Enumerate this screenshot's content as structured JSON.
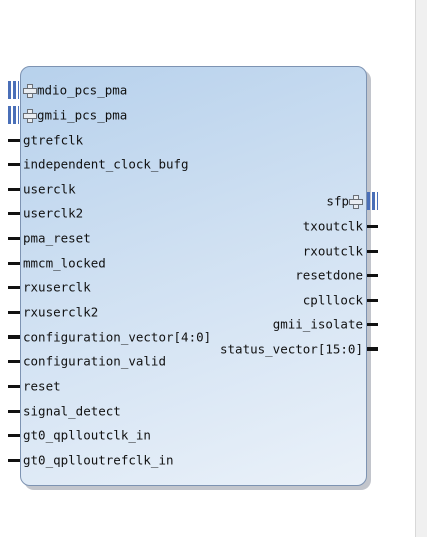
{
  "block": {
    "interfaces_left": [
      {
        "name": "mdio_pcs_pma",
        "icon": "plus-icon"
      },
      {
        "name": "gmii_pcs_pma",
        "icon": "plus-icon"
      }
    ],
    "inputs": [
      "gtrefclk",
      "independent_clock_bufg",
      "userclk",
      "userclk2",
      "pma_reset",
      "mmcm_locked",
      "rxuserclk",
      "rxuserclk2",
      "configuration_vector[4:0]",
      "configuration_valid",
      "reset",
      "signal_detect",
      "gt0_qplloutclk_in",
      "gt0_qplloutrefclk_in"
    ],
    "interface_right": {
      "name": "sfp",
      "icon": "plus-icon"
    },
    "outputs": [
      "txoutclk",
      "rxoutclk",
      "resetdone",
      "cplllock",
      "gmii_isolate",
      "status_vector[15:0]"
    ]
  }
}
